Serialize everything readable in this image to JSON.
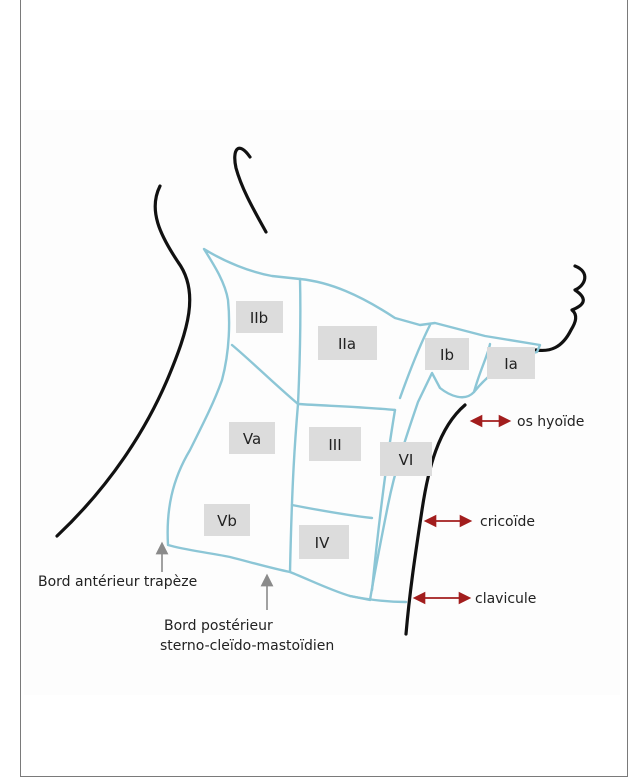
{
  "levels": [
    "IIb",
    "IIa",
    "Ib",
    "Ia",
    "Va",
    "III",
    "VI",
    "Vb",
    "IV"
  ],
  "landmarks": [
    "os hyoïde",
    "cricoïde",
    "clavicule"
  ],
  "borders": {
    "trapeze": "Bord antérieur trapèze",
    "scm_line1": "Bord postérieur",
    "scm_line2": "sterno-cleïdo-mastoïdien"
  },
  "colors": {
    "outline": "#111111",
    "level_lines": "#8cc6d6",
    "label_box": "#dcdcdc",
    "landmark_arrow": "#a21d1d",
    "border_arrow": "#8a8a8a"
  }
}
